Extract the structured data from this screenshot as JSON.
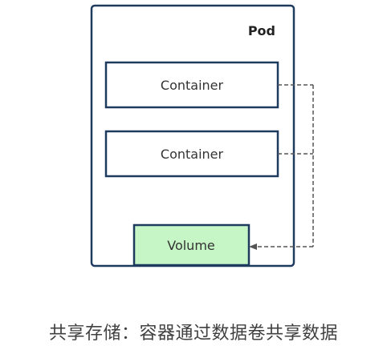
{
  "pod": {
    "label": "Pod"
  },
  "containers": [
    {
      "label": "Container"
    },
    {
      "label": "Container"
    }
  ],
  "volume": {
    "label": "Volume"
  },
  "caption": "共享存储：容器通过数据卷共享数据",
  "colors": {
    "border": "#1f3a5f",
    "volume_fill": "#c6f5c6",
    "connector": "#555555",
    "caption_text": "#404040"
  }
}
